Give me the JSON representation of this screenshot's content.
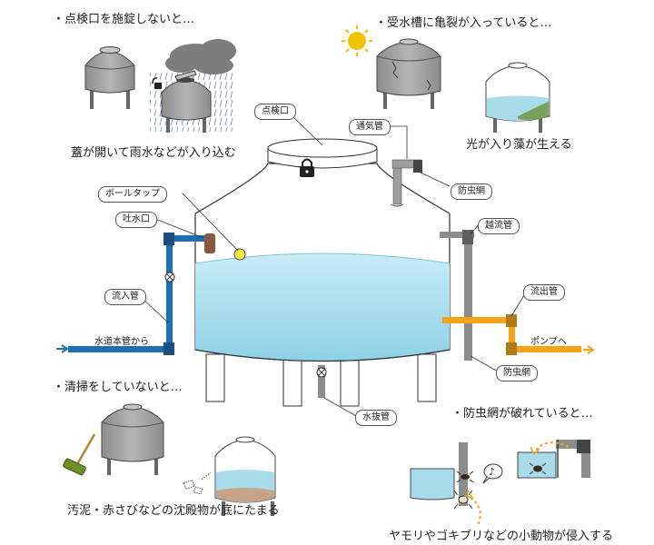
{
  "sections": {
    "lid": {
      "heading": "・点検口を施錠しないと…",
      "caption": "蓋が開いて雨水などが入り込む"
    },
    "crack": {
      "heading": "・受水槽に亀裂が入っていると…",
      "caption": "光が入り藻が生える"
    },
    "cleaning": {
      "heading": "・清掃をしていないと…",
      "caption": "汚泥・赤さびなどの沈殿物が底にたまる"
    },
    "net": {
      "heading": "・防虫網が破れていると…",
      "caption": "ヤモリやゴキブリなどの小動物が侵入する"
    }
  },
  "labels": {
    "inspection_hatch": "点検口",
    "vent_pipe": "通気管",
    "insect_net_top": "防虫網",
    "ball_tap": "ボールタップ",
    "spout": "吐水口",
    "inflow_pipe": "流入管",
    "mains": "水道本管から",
    "overflow_pipe": "越流管",
    "outflow_pipe": "流出管",
    "to_pump": "ポンプへ",
    "insect_net_bottom": "防虫網",
    "drain_pipe": "水抜管"
  },
  "colors": {
    "inflow": "#1f6fb3",
    "outflow": "#f5a31a",
    "water": "#a9dceb",
    "tank_gray": "#9a9a9a",
    "sun": "#f2c200"
  }
}
